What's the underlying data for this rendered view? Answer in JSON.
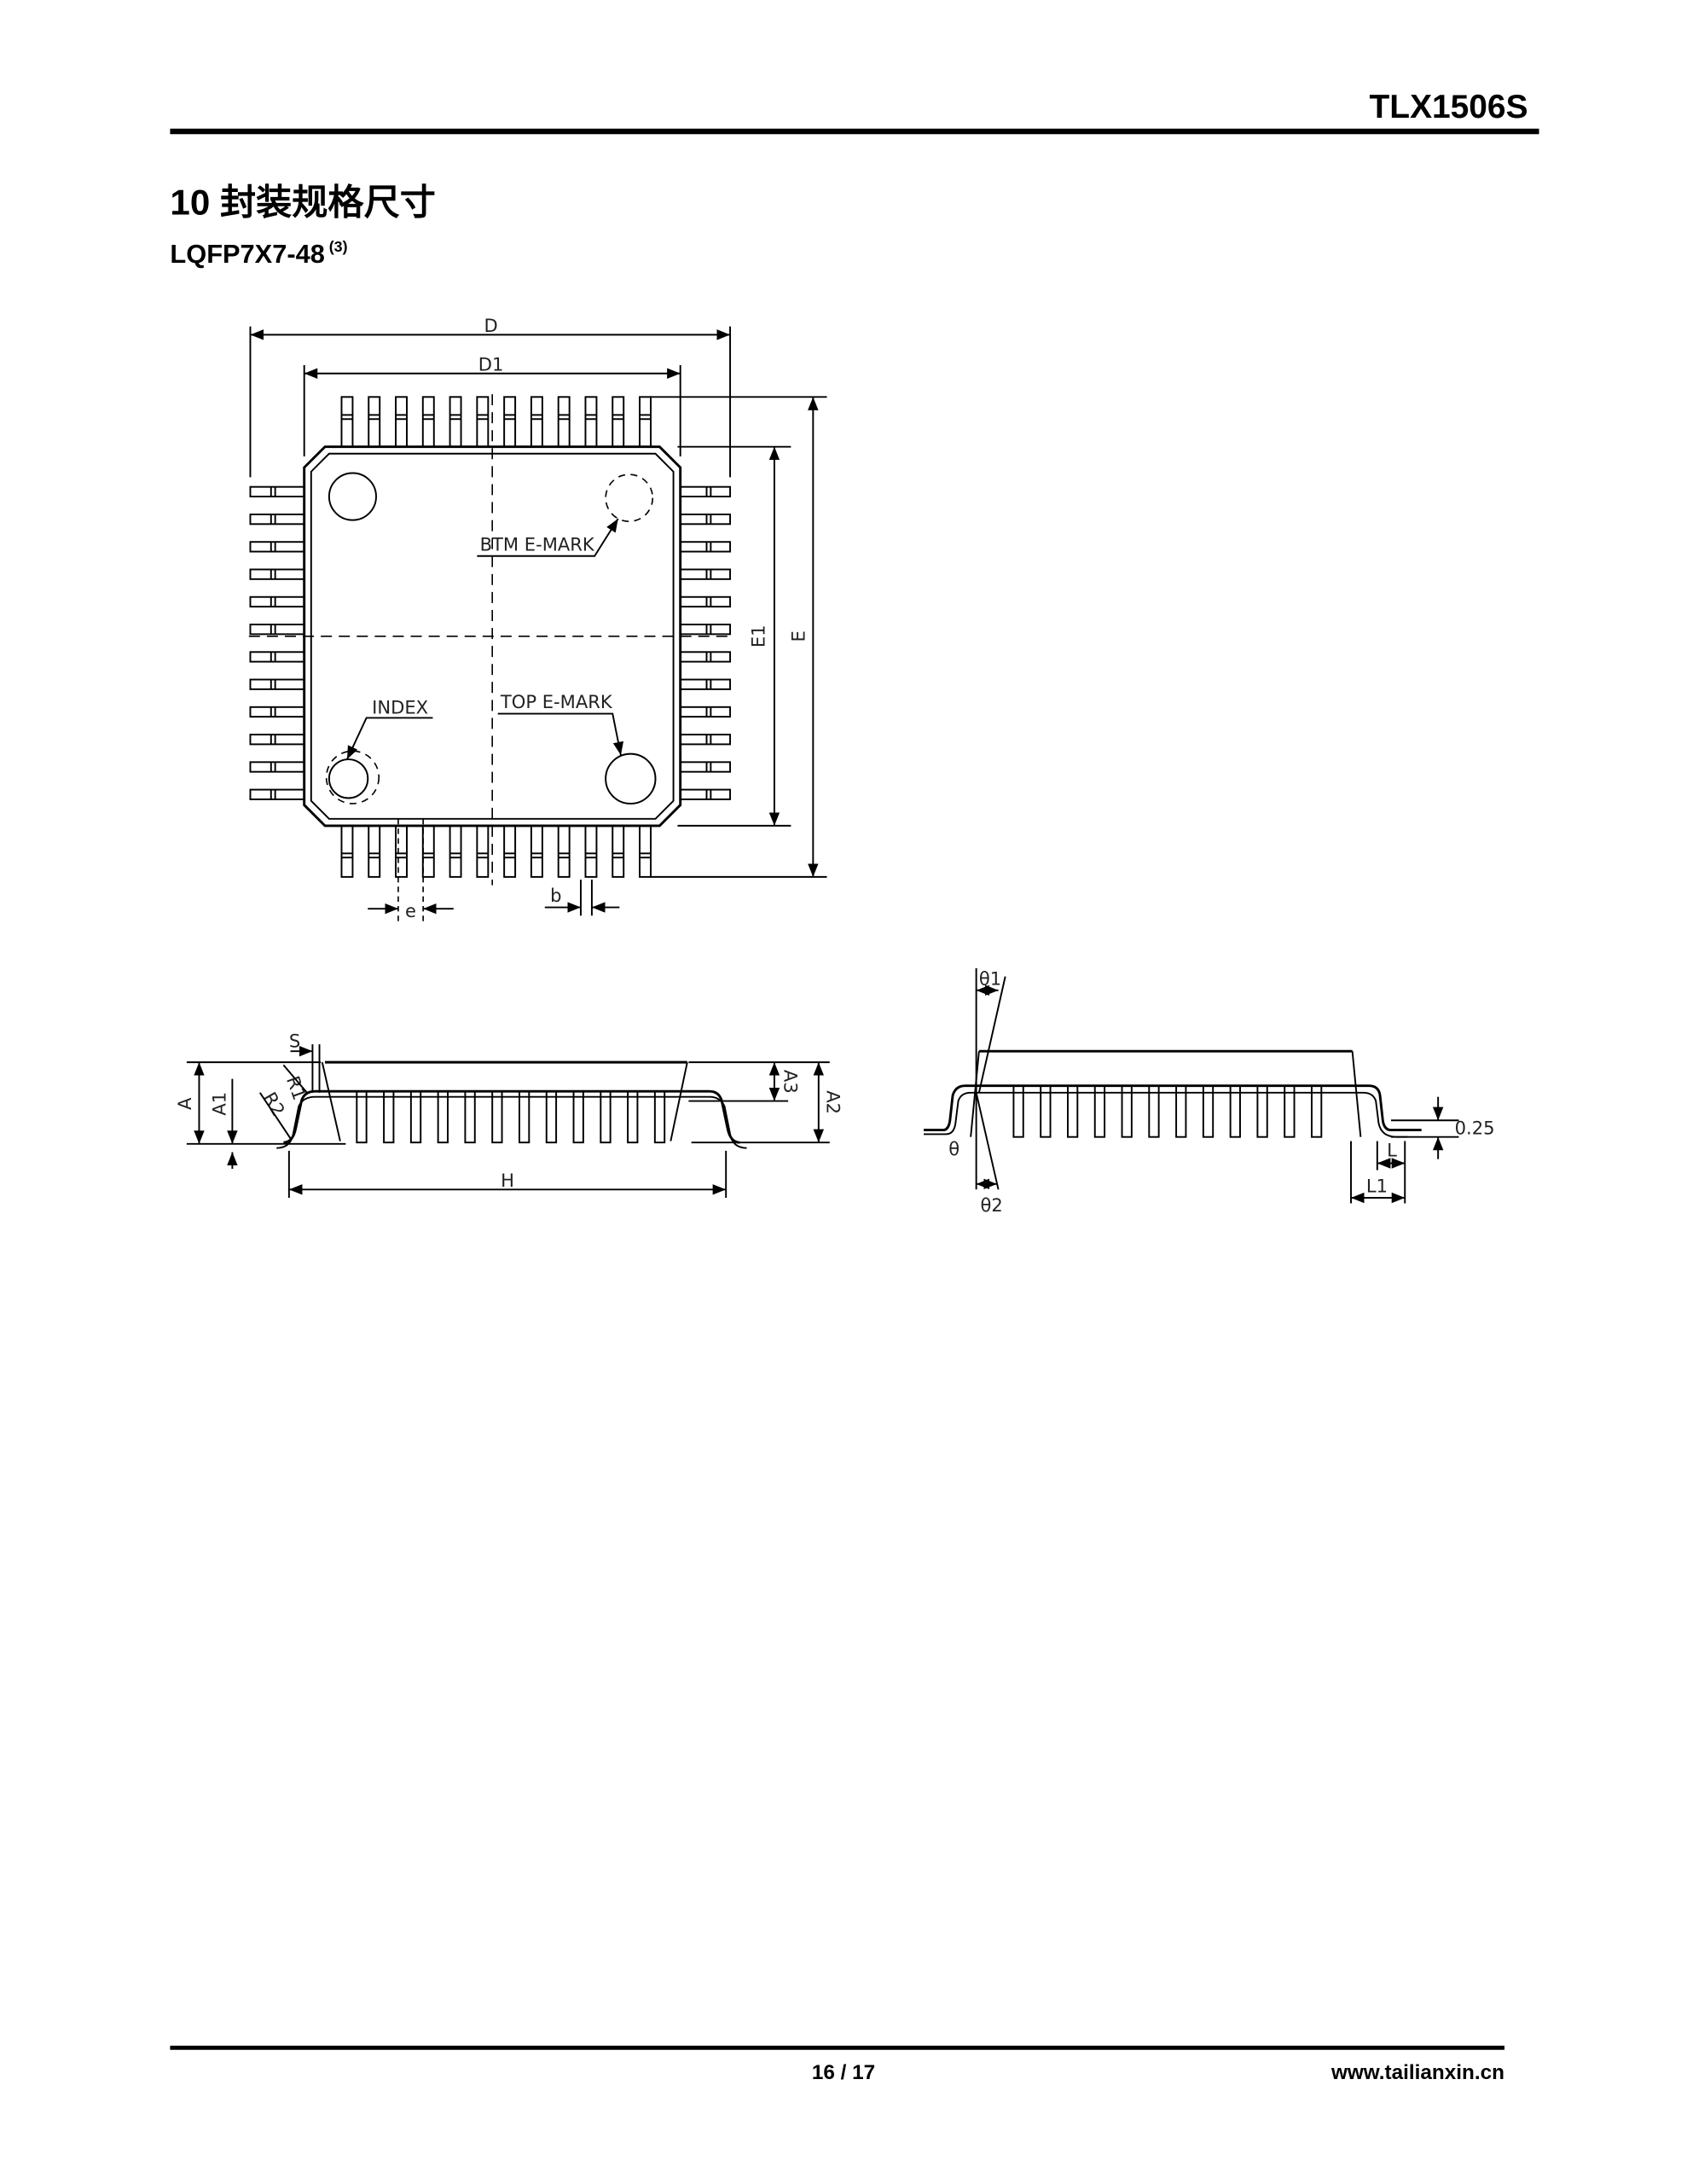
{
  "header": {
    "part_number": "TLX1506S"
  },
  "section": {
    "title": "10 封装规格尺寸",
    "package": "LQFP7X7-48",
    "note_ref": "(3)"
  },
  "top_view": {
    "labels": {
      "D": "D",
      "D1": "D1",
      "E": "E",
      "E1": "E1",
      "e": "e",
      "b": "b",
      "btm_emark": "BTM E-MARK",
      "index": "INDEX",
      "top_emark": "TOP E-MARK"
    },
    "pins_per_side": 12
  },
  "side_view": {
    "labels": {
      "S": "S",
      "R1": "R1",
      "R2": "R2",
      "A": "A",
      "A1": "A1",
      "A2": "A2",
      "A3": "A3",
      "H": "H"
    }
  },
  "end_view": {
    "labels": {
      "theta1": "θ1",
      "theta": "θ",
      "theta2": "θ2",
      "L": "L",
      "L1": "L1",
      "gauge": "0.25"
    }
  },
  "footer": {
    "page": "16 / 17",
    "website": "www.tailianxin.cn"
  }
}
